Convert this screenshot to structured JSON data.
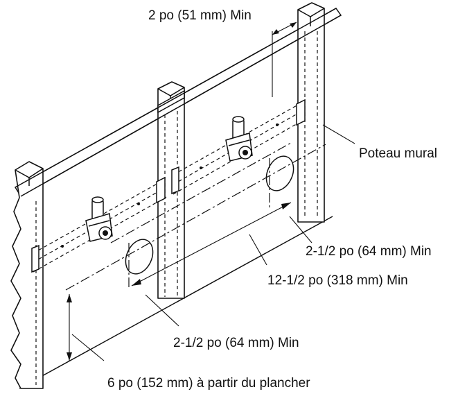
{
  "labels": {
    "top_clearance": "2 po (51 mm) Min",
    "wall_stud": "Poteau mural",
    "right_offset": "2-1/2 po (64 mm) Min",
    "center_spacing": "12-1/2 po (318 mm) Min",
    "left_offset": "2-1/2 po (64 mm) Min",
    "floor_height": "6 po (152 mm) à partir du plancher"
  }
}
